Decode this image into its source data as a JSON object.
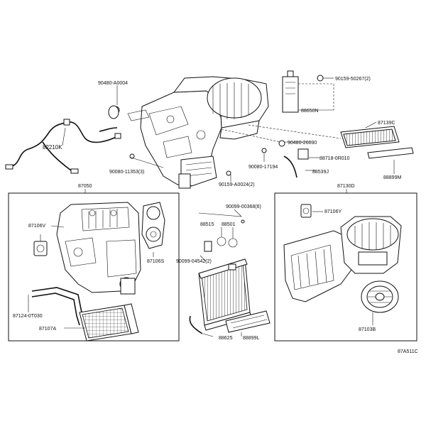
{
  "diagram": {
    "labels": {
      "p90480": "90480-A0004",
      "p82210k": "82210K",
      "p90080a": "90080-11353(3)",
      "p90159a": "90159-A0024(2)",
      "p90080b": "90080-17194",
      "p88650n": "88650N",
      "p90159b": "90159-50267(2)",
      "p87139c": "87139C",
      "p90480b": "90480-26030",
      "p88718": "88718-0R010",
      "p88539j": "88539J",
      "p88899m": "88899M",
      "p87050": "87050",
      "p87106v": "87106V",
      "p87106s": "87106S",
      "p87124": "87124-0T030",
      "p87107a": "87107A",
      "p90099a": "90099-00368(6)",
      "p88515": "88515",
      "p88501": "88501",
      "p90099b": "90099-04542(2)",
      "p88625": "88625",
      "p88899l": "88899L",
      "p87130d": "87130D",
      "p87106y": "87106Y",
      "p87103b": "87103B",
      "ref": "87A511C"
    }
  }
}
